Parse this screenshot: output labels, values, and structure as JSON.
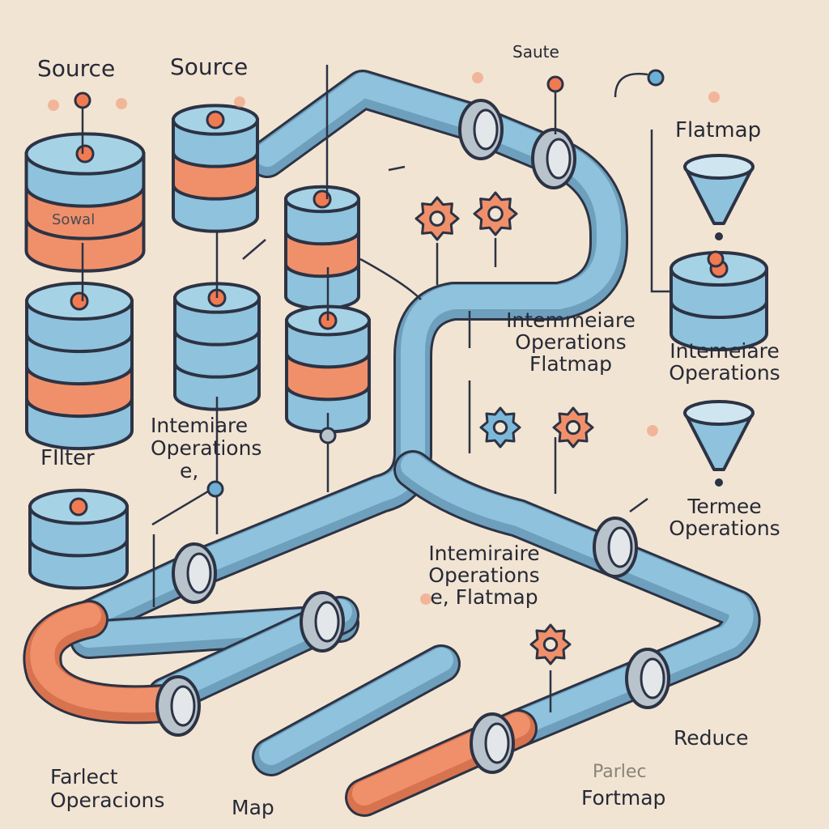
{
  "palette": {
    "background": "#f2e4d3",
    "pipe": "#8fc2dc",
    "pipe_shadow": "#6e9fbd",
    "accent": "#f0906a",
    "outline": "#2c3344",
    "flange": "#b9c3cc",
    "dot": "#f07a52"
  },
  "labels": {
    "source_left": "Source",
    "source_mid": "Source",
    "saute": "Saute",
    "cylinder_text": "Sowal",
    "flatmap_top": "Flatmap",
    "intermediate_center": [
      "Intemmeiare",
      "Operations",
      "Flatmap"
    ],
    "intermediate_right": [
      "Intemeiare",
      "Operations"
    ],
    "filter": "FIlter",
    "intermediate_left": [
      "Intemiare",
      "Operations",
      "e,"
    ],
    "terminal": [
      "Termee",
      "Operations"
    ],
    "intermediate_bottom": [
      "Intemiraire",
      "Operations",
      "e, Flatmap"
    ],
    "reduce": "Reduce",
    "parallel_left": [
      "Farlect",
      "Operacions"
    ],
    "map": "Map",
    "parallel_right": "Parlec",
    "fortmap": "Fortmap"
  },
  "icons": {
    "database": "database-stack-icon",
    "gear": "gear-icon",
    "funnel": "funnel-icon",
    "node": "pin-node-icon"
  }
}
